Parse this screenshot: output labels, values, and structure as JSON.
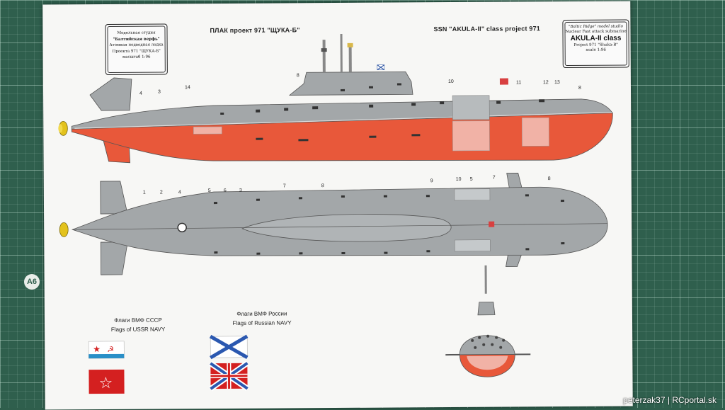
{
  "sheet": {
    "title_ru": "ПЛАК проект 971 \"ЩУКА-Б\"",
    "title_en": "SSN \"AKULA-II\" class project 971"
  },
  "label_left": {
    "line1": "Модельная студия",
    "line2": "\"Балтийская верфь\"",
    "line3": "Атомная подводная лодка",
    "line4": "Проекта 971 \"ЩУКА-Б\"",
    "line5": "масштаб 1:96"
  },
  "label_right": {
    "line1": "\"Baltic Ridge\" model studio",
    "line2": "Nuclear Fast attack submarine",
    "line3": "AKULA-II class",
    "line4": "Project 971 \"Shuka-B\"",
    "line5": "scale 1:96"
  },
  "callouts": {
    "side": [
      "4",
      "3",
      "14",
      "8",
      "10",
      "11",
      "12",
      "13",
      "8"
    ],
    "top": [
      "1",
      "2",
      "4",
      "5",
      "6",
      "3",
      "7",
      "8",
      "9",
      "10",
      "5",
      "7",
      "8"
    ]
  },
  "flags": {
    "ussr_caption_ru": "Флаги ВМФ СССР",
    "ussr_caption_en": "Flags of USSR NAVY",
    "russia_caption_ru": "Флаги ВМФ России",
    "russia_caption_en": "Flags of Russian NAVY"
  },
  "colors": {
    "hull_grey": "#a3a7a9",
    "hull_red": "#e8583a",
    "mat_green": "#2f5f4d",
    "paper": "#f7f7f5"
  },
  "mat": {
    "edge_marker": "A6"
  },
  "watermark": "peterzak37 | RCportal.sk"
}
